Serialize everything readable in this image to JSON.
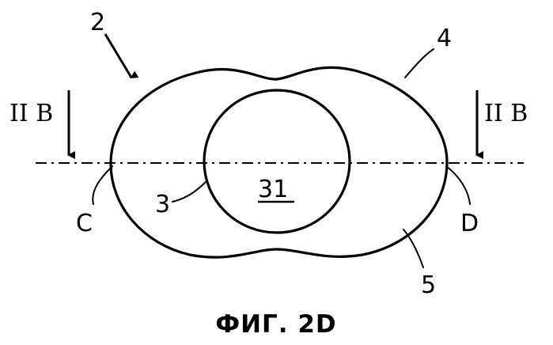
{
  "figure": {
    "caption": "ФИГ. 2D",
    "section_left": "II B",
    "section_right": "II B",
    "labels": {
      "outer_body": "2",
      "inner_circle": "3",
      "outer_contour": "4",
      "annular_region": "5",
      "inner_region": "31",
      "point_left": "C",
      "point_right": "D"
    }
  }
}
